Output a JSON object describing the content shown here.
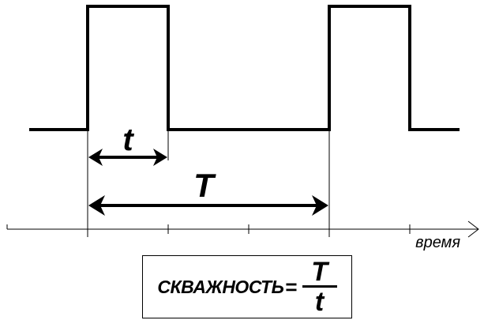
{
  "labels": {
    "pulse_width": "t",
    "period": "T",
    "time_axis": "время"
  },
  "formula": {
    "name": "СКВАЖНОСТЬ",
    "equals": "=",
    "numerator": "T",
    "denominator": "t"
  },
  "colors": {
    "ink": "#000000",
    "background": "#ffffff"
  }
}
